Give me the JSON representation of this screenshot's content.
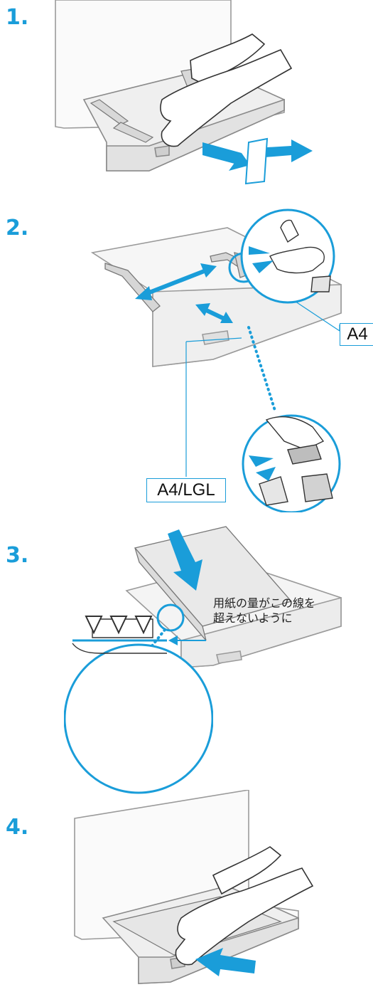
{
  "steps": [
    {
      "number": "1."
    },
    {
      "number": "2.",
      "labels": {
        "a4": "A4",
        "a4_lgl": "A4/LGL"
      }
    },
    {
      "number": "3.",
      "note_lines": [
        "用紙の量がこの線を",
        "超えないように"
      ]
    },
    {
      "number": "4."
    }
  ],
  "colors": {
    "accent": "#1a9dd9",
    "line": "#9a9a9a",
    "tray_fill": "#f4f4f4"
  }
}
